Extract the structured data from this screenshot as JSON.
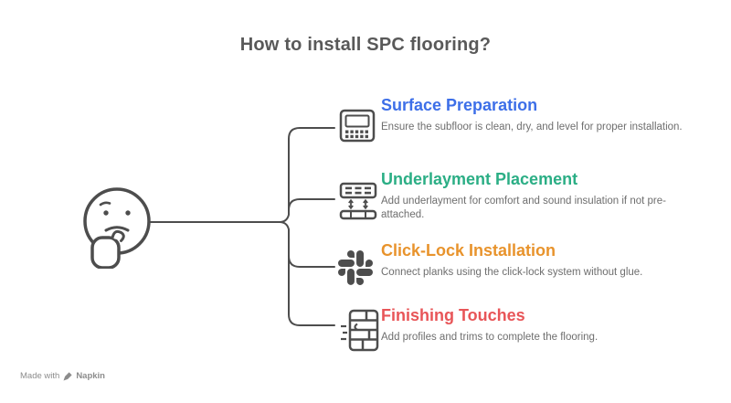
{
  "title": "How to install SPC flooring?",
  "figure": {
    "emoji": "thinking-face"
  },
  "steps": [
    {
      "title": "Surface Preparation",
      "description": "Ensure the subfloor is clean, dry, and level for proper installation.",
      "color": "#3d6fe8",
      "icon": "subfloor-grid-icon"
    },
    {
      "title": "Underlayment Placement",
      "description": "Add underlayment for comfort and sound insulation if not pre-attached.",
      "color": "#2bae85",
      "icon": "underlayment-layers-icon"
    },
    {
      "title": "Click-Lock Installation",
      "description": "Connect planks using the click-lock system without glue.",
      "color": "#e8932c",
      "icon": "click-lock-icon"
    },
    {
      "title": "Finishing Touches",
      "description": "Add profiles and trims to complete the flooring.",
      "color": "#e85558",
      "icon": "finishing-trim-icon"
    }
  ],
  "watermark": {
    "prefix": "Made with",
    "brand": "Napkin"
  },
  "colors": {
    "title_text": "#595959",
    "body_text": "#6e6e6e",
    "line_and_icons": "#4d4d4d",
    "background": "#ffffff",
    "watermark_text": "#8c8c8c"
  }
}
